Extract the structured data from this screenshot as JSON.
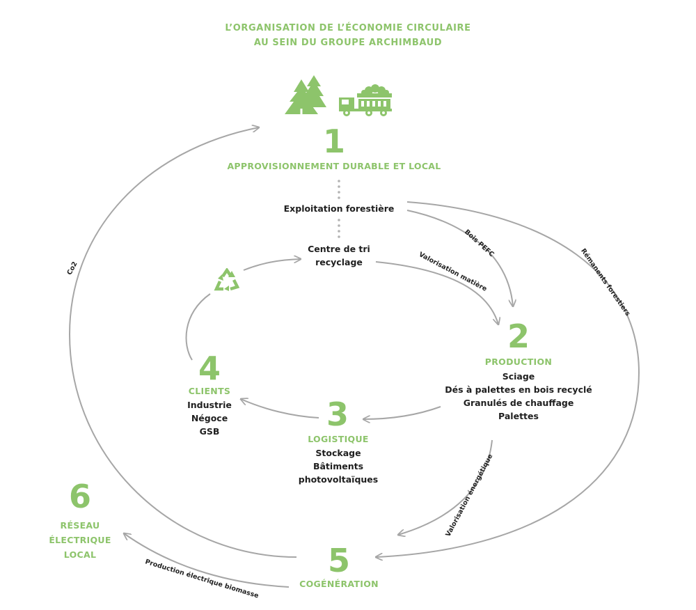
{
  "title": {
    "line1": "L’ORGANISATION DE L’ÉCONOMIE CIRCULAIRE",
    "line2": "AU SEIN DU GROUPE ARCHIMBAUD"
  },
  "colors": {
    "accent": "#8dc46b",
    "arrow": "#a6a6a6",
    "text": "#1f1f1f"
  },
  "icons": [
    "forest-icon",
    "log-truck-icon",
    "recycle-icon"
  ],
  "nodes": {
    "n1": {
      "number": "1",
      "title": "APPROVISIONNEMENT DURABLE ET LOCAL",
      "sub1": "Exploitation forestière",
      "sub2a": "Centre de tri",
      "sub2b": "recyclage"
    },
    "n2": {
      "number": "2",
      "title": "PRODUCTION",
      "lines": [
        "Sciage",
        "Dés à palettes en bois recyclé",
        "Granulés de chauffage",
        "Palettes"
      ]
    },
    "n3": {
      "number": "3",
      "title": "LOGISTIQUE",
      "lines": [
        "Stockage",
        "Bâtiments",
        "photovoltaïques"
      ]
    },
    "n4": {
      "number": "4",
      "title": "CLIENTS",
      "lines": [
        "Industrie",
        "Négoce",
        "GSB"
      ]
    },
    "n5": {
      "number": "5",
      "title": "COGÉNÉRATION"
    },
    "n6": {
      "number": "6",
      "lines": [
        "RÉSEAU",
        "ÉLECTRIQUE",
        "LOCAL"
      ]
    }
  },
  "flows": {
    "bois_pefc": "Bois PEFC",
    "valorisation_matiere": "Valorisation matière",
    "remanents": "Rémanents forestiers",
    "valorisation_energetique": "Valorisation énergétique",
    "production_electrique": "Production électrique biomasse",
    "co2": "Co2"
  }
}
